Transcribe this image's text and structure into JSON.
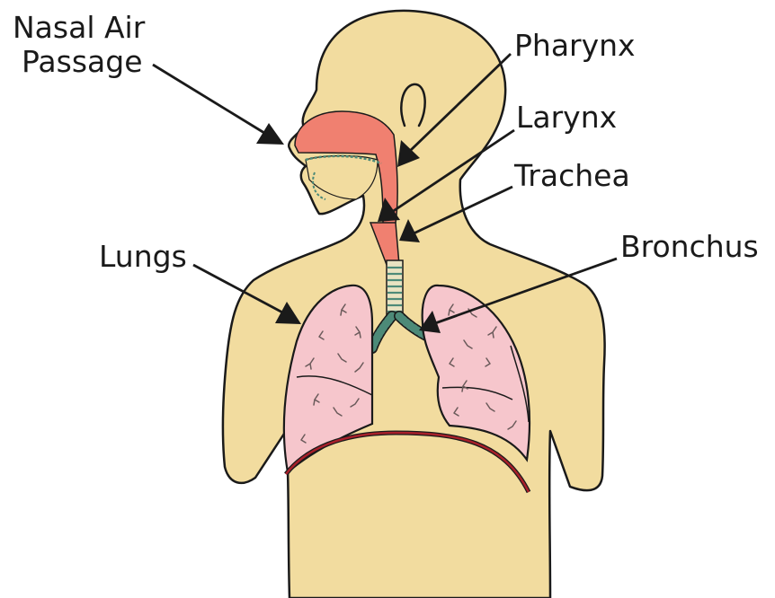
{
  "labels": {
    "nasal_line1": "Nasal Air",
    "nasal_line2": "Passage",
    "pharynx": "Pharynx",
    "larynx": "Larynx",
    "trachea": "Trachea",
    "lungs": "Lungs",
    "bronchus": "Bronchus"
  },
  "colors": {
    "skin": "#f2dc9f",
    "outline": "#1a1a1a",
    "airway": "#f08070",
    "lung": "#f6c6cc",
    "diaphragm": "#a8202a",
    "trachea_rings": "#4d8a78"
  }
}
